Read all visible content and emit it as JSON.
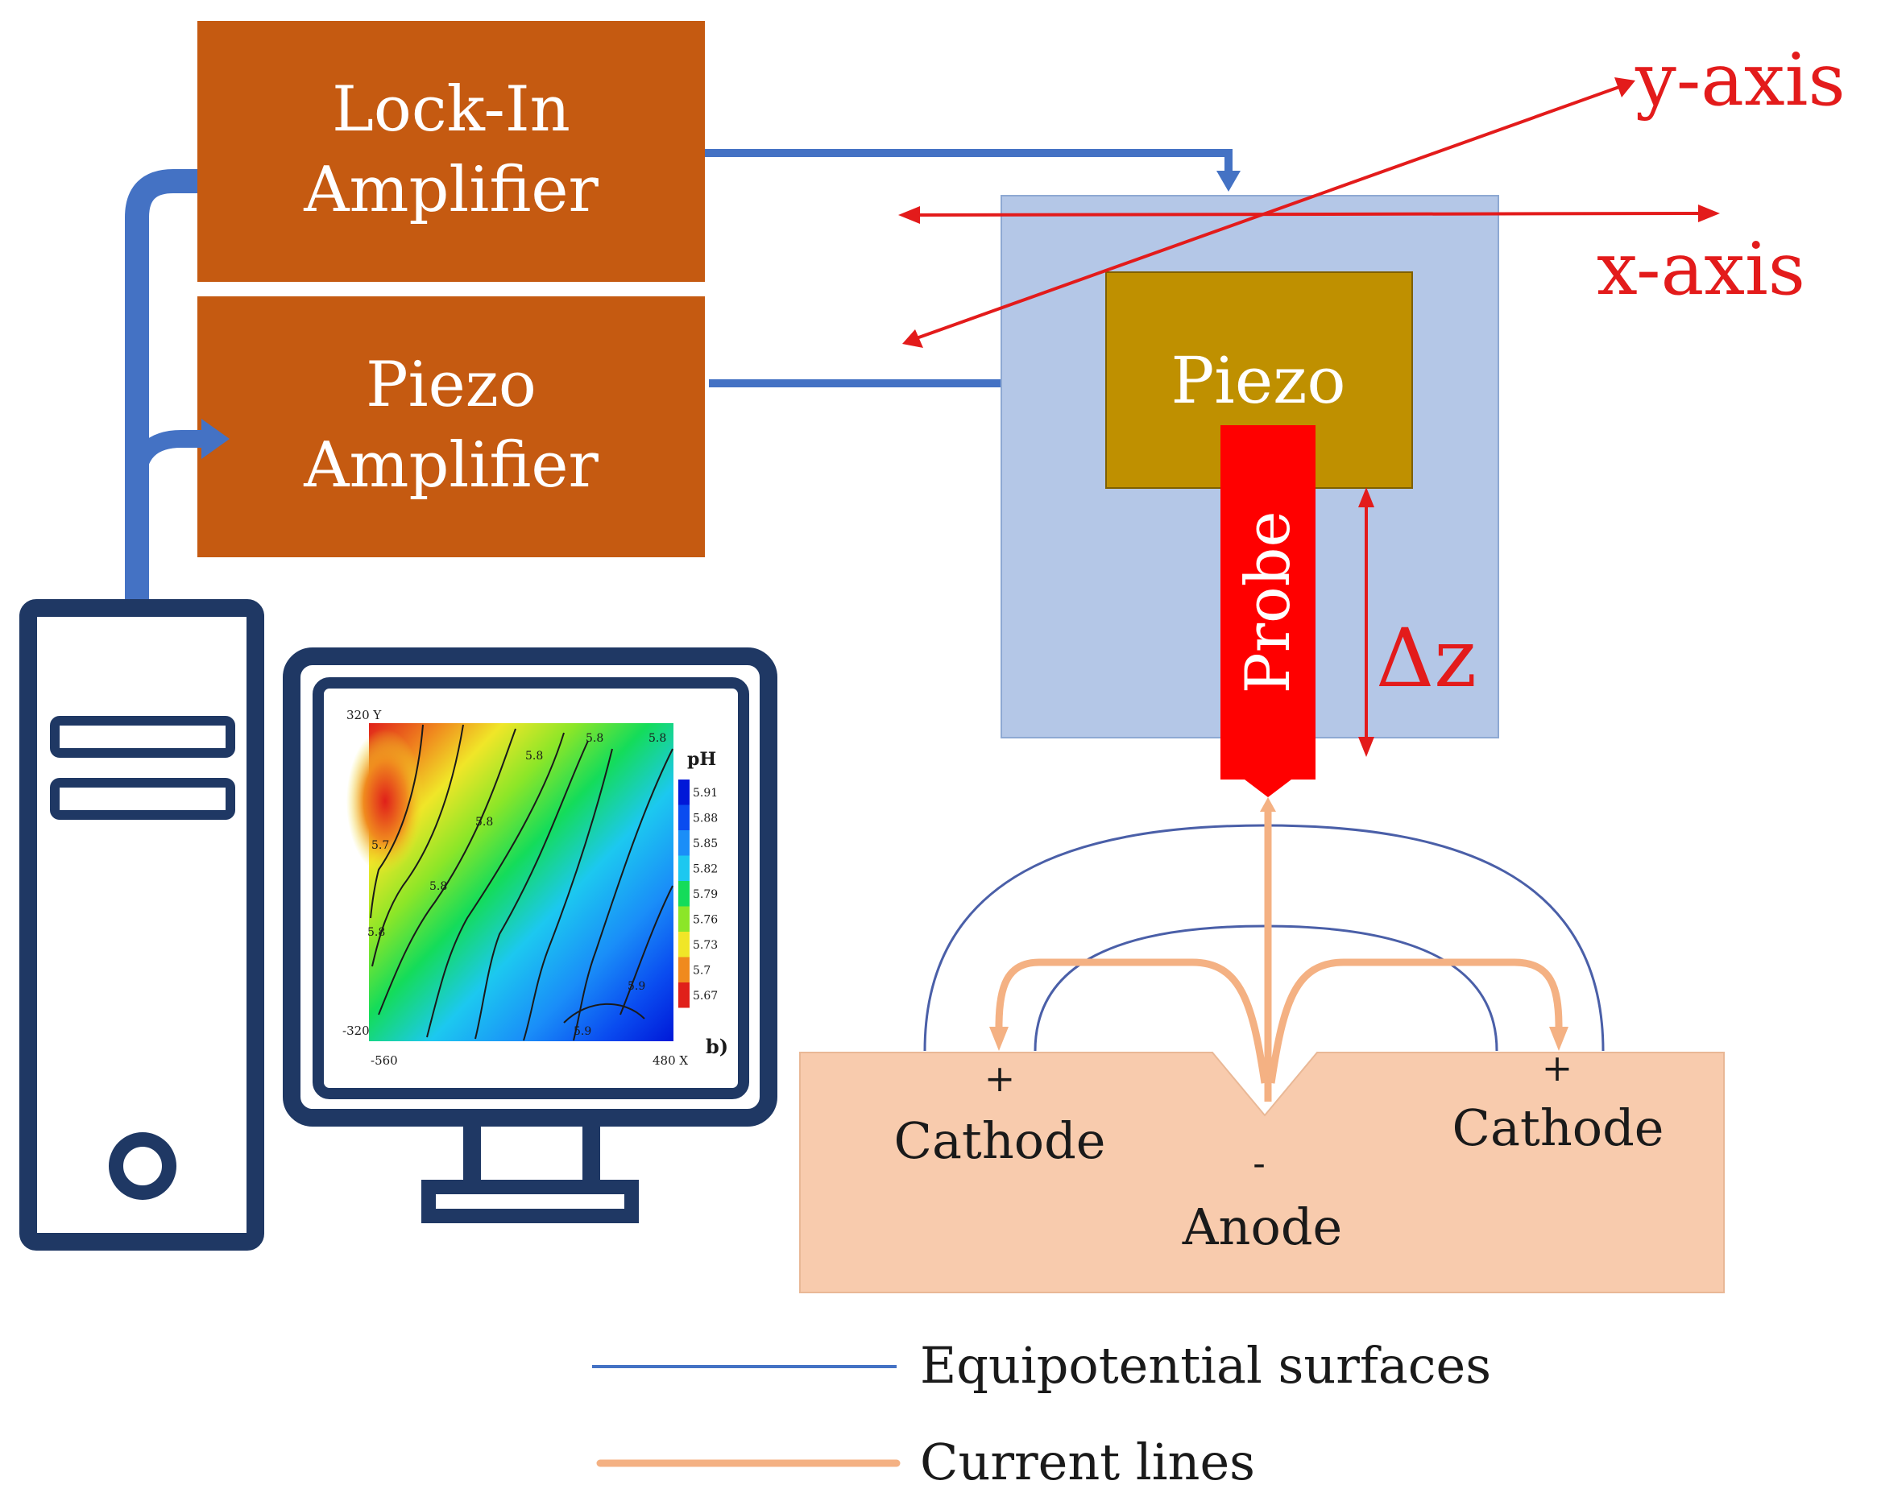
{
  "lockin": {
    "line1": "Lock-In",
    "line2": "Amplifier"
  },
  "piezo_amp": {
    "line1": "Piezo",
    "line2": "Amplifier"
  },
  "piezo": {
    "label": "Piezo"
  },
  "probe": {
    "label": "Probe"
  },
  "axes": {
    "y": "y-axis",
    "x": "x-axis",
    "dz": "Δz"
  },
  "sample": {
    "cathode_left": "Cathode",
    "cathode_right": "Cathode",
    "anode": "Anode",
    "plus": "+",
    "minus": "-"
  },
  "legend": {
    "equipotential": "Equipotential surfaces",
    "current": "Current lines"
  },
  "monitor_map": {
    "y_label": "320 Y",
    "y_min": "-320",
    "x_min": "-560",
    "x_max": "480 X",
    "unit": "pH",
    "panel": "b)",
    "scale_values": [
      "5.91",
      "5.88",
      "5.85",
      "5.82",
      "5.79",
      "5.76",
      "5.73",
      "5.7",
      "5.67"
    ],
    "scale_colors": [
      "#0018d8",
      "#0a4cf0",
      "#1a8ef8",
      "#1cc8f0",
      "#14dc5a",
      "#8ce628",
      "#f0e628",
      "#f08a1e",
      "#e0201a"
    ],
    "contour_labels": [
      "5.7",
      "5.8",
      "5.8",
      "5.8",
      "5.8",
      "5.8",
      "5.8",
      "5.9",
      "5.9"
    ]
  },
  "colors": {
    "amp_box": "#c55a11",
    "cable": "#4472c4",
    "axis_red": "#e31b1b",
    "stage_blue": "#b4c7e7",
    "piezo_gold": "#bf9000",
    "probe_red": "#ff0000",
    "sample_peach": "#f8cbad",
    "current_line": "#f4b183",
    "equipotential": "#4a5fa8",
    "computer": "#1f3864"
  }
}
